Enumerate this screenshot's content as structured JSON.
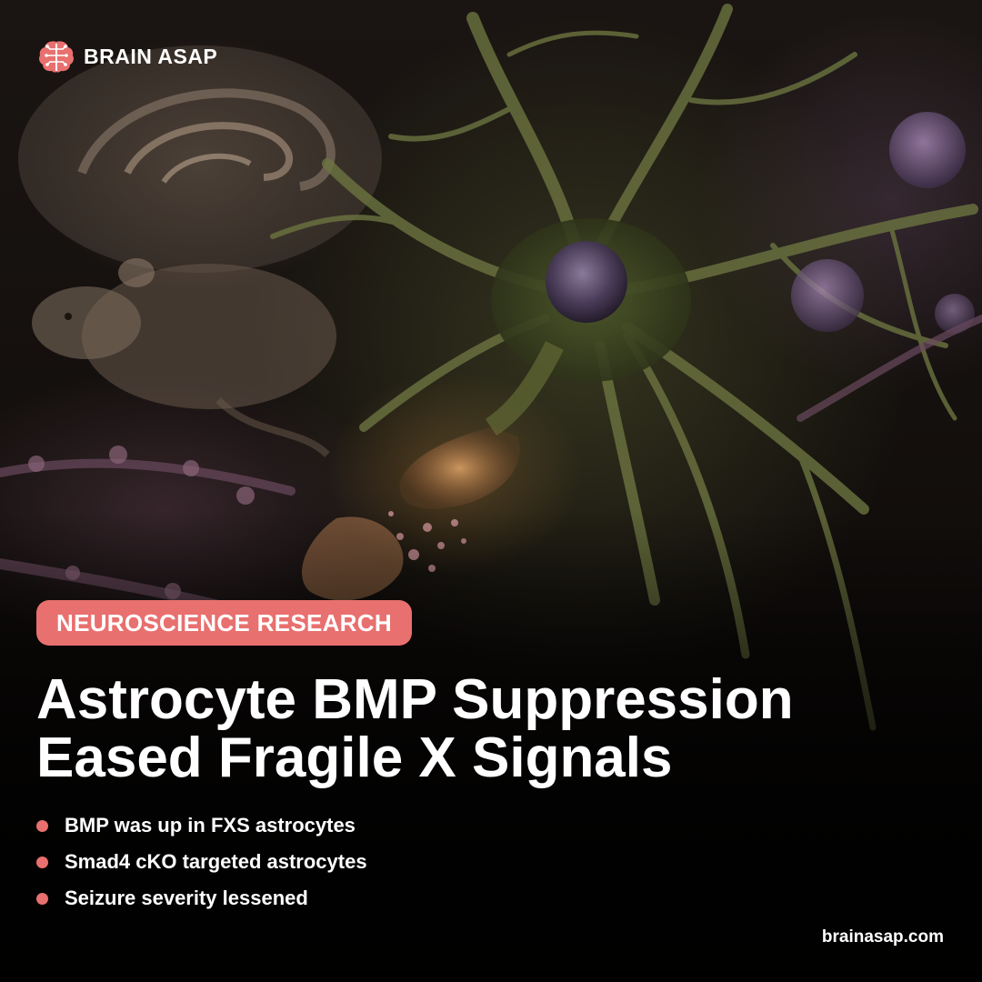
{
  "brand": {
    "name": "BRAIN ASAP",
    "logo_icon": "brain-icon",
    "logo_color": "#e8706f"
  },
  "tag": {
    "label": "NEUROSCIENCE RESEARCH",
    "color": "#e8706f"
  },
  "headline": {
    "line1": "Astrocyte BMP Suppression",
    "line2": "Eased Fragile X Signals"
  },
  "bullets": [
    {
      "text": "BMP was up in FXS astrocytes"
    },
    {
      "text": "Smad4 cKO targeted astrocytes"
    },
    {
      "text": "Seizure severity lessened"
    }
  ],
  "footer": {
    "website": "brainasap.com"
  },
  "colors": {
    "accent": "#e8706f",
    "text": "#ffffff"
  }
}
